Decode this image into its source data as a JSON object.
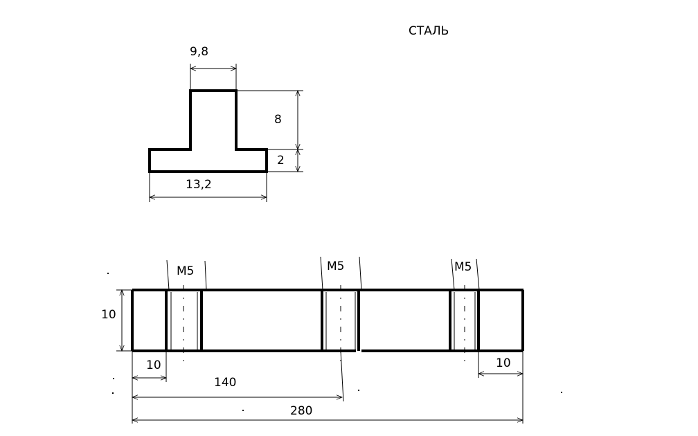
{
  "material": "СТАЛЬ",
  "profile": {
    "top_width": "9,8",
    "base_width": "13,2",
    "stem_height": "8",
    "base_height": "2"
  },
  "strip": {
    "height": "10",
    "left_offset": "10",
    "right_offset": "10",
    "middle_offset": "140",
    "total_length": "280",
    "holes": [
      {
        "thread": "M5"
      },
      {
        "thread": "M5"
      },
      {
        "thread": "M5"
      }
    ]
  }
}
